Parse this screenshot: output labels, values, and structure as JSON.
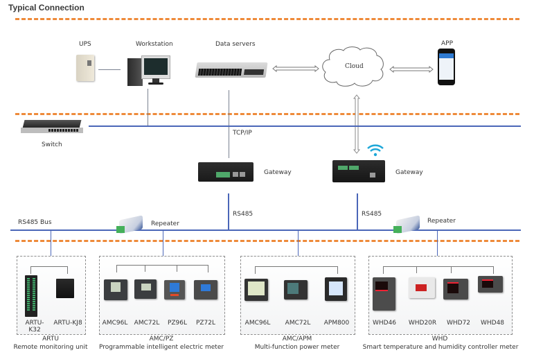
{
  "title": "Typical Connection",
  "top_devices": {
    "ups": "UPS",
    "workstation": "Workstation",
    "data_servers": "Data servers",
    "cloud": "Cloud",
    "app": "APP"
  },
  "network": {
    "switch": "Switch",
    "tcpip": "TCP/IP",
    "gateway_wired": "Gateway",
    "gateway_wireless": "Gateway",
    "rs485_left": "RS485",
    "rs485_right": "RS485",
    "rs485_bus": "RS485 Bus",
    "repeater_left": "Repeater",
    "repeater_right": "Repeater"
  },
  "colors": {
    "divider": "#ee8a3a",
    "bus": "#4a66b8",
    "wifi": "#1ea7d8"
  },
  "groups": [
    {
      "name": "ARTU",
      "description": "Remote monitoring unit",
      "devices": [
        "ARTU-K32",
        "ARTU-KJ8"
      ]
    },
    {
      "name": "AMC/PZ",
      "description": "Programmable intelligent electric meter",
      "devices": [
        "AMC96L",
        "AMC72L",
        "PZ96L",
        "PZ72L"
      ]
    },
    {
      "name": "AMC/APM",
      "description": "Multi-function power meter",
      "devices": [
        "AMC96L",
        "AMC72L",
        "APM800"
      ]
    },
    {
      "name": "WHD",
      "description": "Smart temperature and humidity controller meter",
      "devices": [
        "WHD46",
        "WHD20R",
        "WHD72",
        "WHD48"
      ]
    }
  ]
}
